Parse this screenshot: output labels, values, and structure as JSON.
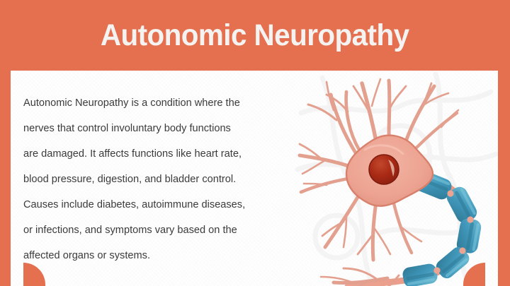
{
  "slide": {
    "title": "Autonomic Neuropathy",
    "accent_color": "#E4704F",
    "title_color": "#F4F3F1",
    "card_background": "#FEFEFE",
    "body_text_color": "#3B3B3B"
  },
  "body": {
    "lines": [
      "Autonomic Neuropathy is a condition where the",
      "nerves that control involuntary body functions",
      "are damaged. It affects functions like heart rate,",
      "blood pressure, digestion, and bladder control.",
      "Causes include diabetes, autoimmune diseases,",
      "or infections, and symptoms vary based on the",
      "affected organs or systems."
    ],
    "paragraph": "Autonomic Neuropathy is a condition where the nerves that control involuntary body functions are damaged. It affects functions like heart rate, blood pressure, digestion, and bladder control. Causes include diabetes, autoimmune diseases, or infections, and symptoms vary based on the affected organs or systems."
  },
  "illustration": {
    "name": "neuron-diagram",
    "parts": {
      "soma": "cell-body",
      "nucleus": "nucleus",
      "dendrites": "dendrites",
      "axon": "axon",
      "myelin": "myelin-sheath-segments",
      "nodes": "nodes-of-ranvier",
      "terminals": "axon-terminals"
    },
    "colors": {
      "soma_fill": "#EDA391",
      "soma_edge": "#D9806C",
      "nucleus_fill": "#A92A15",
      "nucleus_highlight": "#C9472C",
      "dendrite": "#E09B8A",
      "myelin_light": "#5AAFC9",
      "myelin_mid": "#3C90B2",
      "myelin_dark": "#2D7894",
      "watermark": "#F2F2F2"
    }
  },
  "decorations": {
    "bottom_left_accent": "quarter-circle",
    "bottom_right_accent": "quarter-circle"
  }
}
